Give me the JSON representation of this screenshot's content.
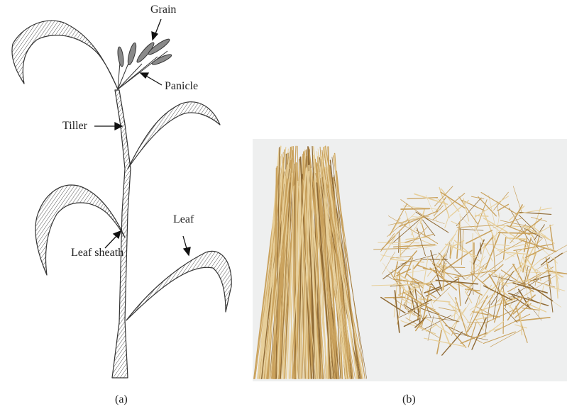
{
  "figure": {
    "panel_a": {
      "caption": "(a)",
      "labels": {
        "grain": "Grain",
        "panicle": "Panicle",
        "tiller": "Tiller",
        "leaf": "Leaf",
        "leaf_sheath": "Leaf sheath"
      }
    },
    "panel_b": {
      "caption": "(b)"
    }
  },
  "colors": {
    "sketch_stroke": "#3a3a3a",
    "straw_light": "#e7cf9a",
    "straw_mid": "#c9a15c",
    "straw_dark": "#8f6a35",
    "photo_background": "#eeefef"
  }
}
